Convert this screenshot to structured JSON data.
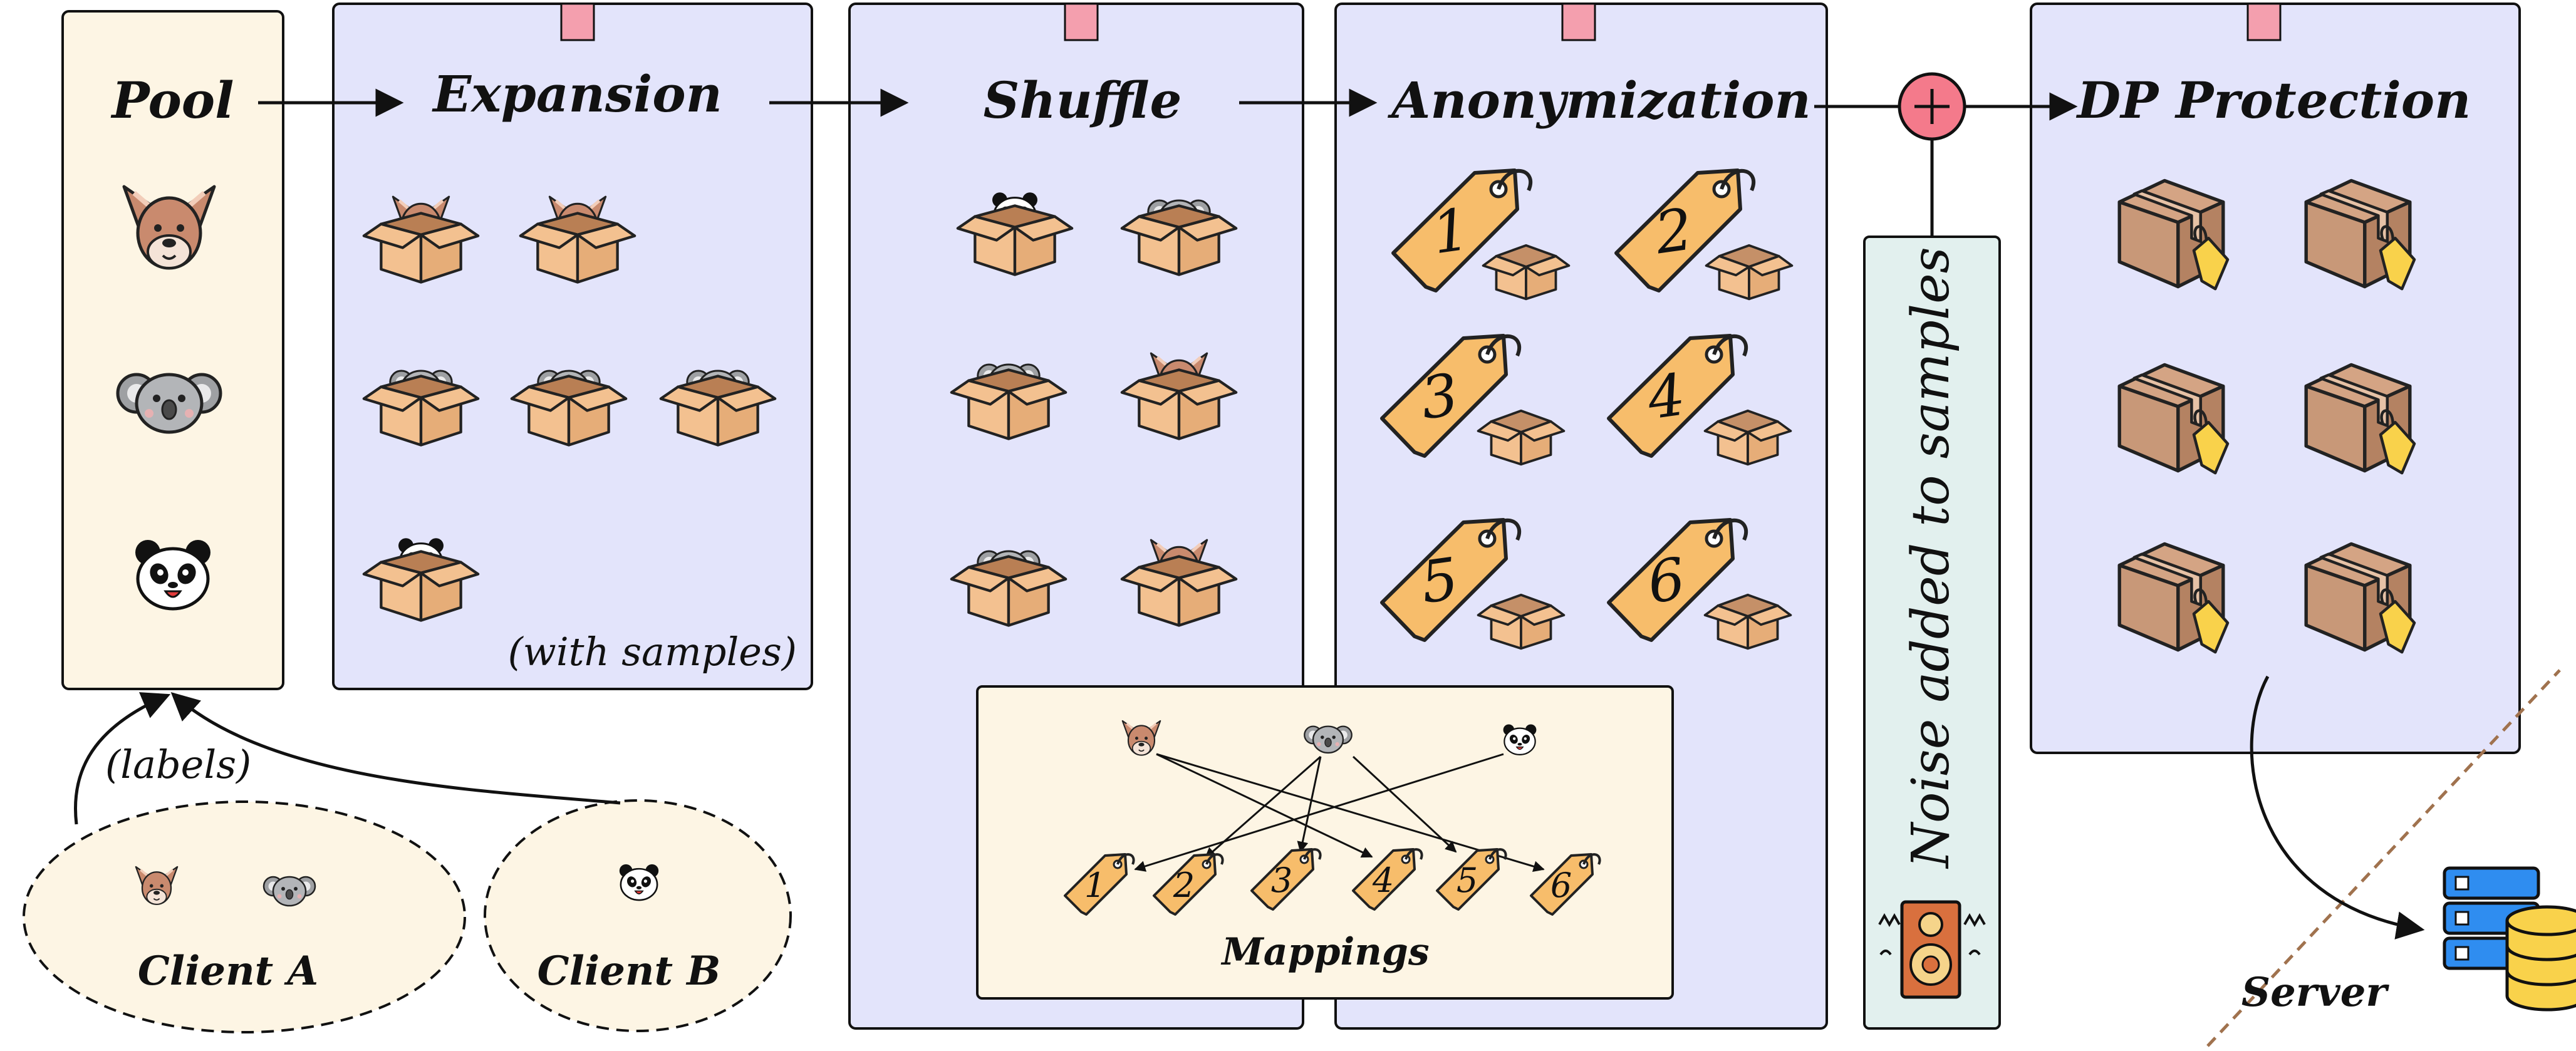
{
  "stages": {
    "pool": "Pool",
    "expansion": "Expansion",
    "shuffle": "Shuffle",
    "anonymization": "Anonymization",
    "dp": "DP Protection"
  },
  "expansion_note": "(with samples)",
  "labels_note": "(labels)",
  "clients": {
    "a": "Client A",
    "b": "Client B"
  },
  "mappings_label": "Mappings",
  "noise_label": "Noise added to samples",
  "server_label": "Server",
  "tags": [
    "1",
    "2",
    "3",
    "4",
    "5",
    "6"
  ],
  "mapping_tags": [
    "1",
    "2",
    "3",
    "4",
    "5",
    "6"
  ],
  "colors": {
    "pool_bg": "#fdf5e4",
    "stage_bg": "#e3e4fb",
    "noise_bg": "#e2f0ee",
    "plus": "#f47a8b",
    "tag": "#f7bd6b",
    "box": "#f3c190",
    "package": "#c89878",
    "server_blue": "#2f8df0",
    "server_yellow": "#f9d24b"
  },
  "icons": [
    "kangaroo-icon",
    "koala-icon",
    "panda-icon",
    "box-icon",
    "tag-icon",
    "package-icon",
    "speaker-icon",
    "server-icon",
    "plus-icon"
  ]
}
